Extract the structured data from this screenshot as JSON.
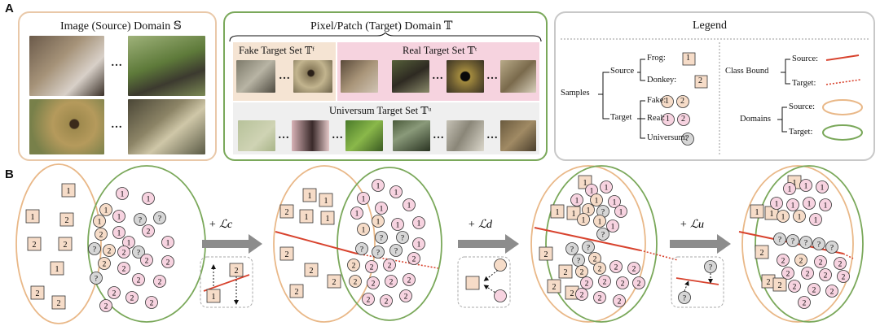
{
  "panel_a_label": "A",
  "panel_b_label": "B",
  "source_panel": {
    "title": "Image (Source) Domain 𝕊"
  },
  "target_panel": {
    "title": "Pixel/Patch (Target) Domain 𝕋",
    "fake_set": "Fake Target Set 𝕋ᶠ",
    "real_set": "Real Target Set 𝕋ᵗ",
    "universum_set": "Universum Target Set 𝕋ᵘ"
  },
  "legend": {
    "title": "Legend",
    "samples": "Samples",
    "source": "Source",
    "target": "Target",
    "frog": "Frog:",
    "donkey": "Donkey:",
    "fake": "Fake:",
    "real": "Real:",
    "universum": "Universum:",
    "class_bound": "Class Bound",
    "domains": "Domains",
    "cb_source": "Source:",
    "cb_target": "Target:",
    "dm_source": "Source:",
    "dm_target": "Target:",
    "sym_1": "1",
    "sym_2": "2",
    "sym_q": "?"
  },
  "steps": {
    "lc": "+ ℒc",
    "ld": "+ ℒd",
    "lu": "+ ℒu"
  },
  "ellipsis": "…",
  "colors": {
    "source_border": "#e9c8a8",
    "target_border": "#7aa85a",
    "legend_border": "#c8c8c8",
    "fake_bg": "#f5e4d3",
    "real_bg": "#f6d3df",
    "universum_bg": "#efefef",
    "square_fill": "#f6dcc8",
    "pink_fill": "#f7d3e0",
    "gray_fill": "#d6d6d6",
    "boundary": "#d8432e",
    "arrow": "#8c8c8c"
  },
  "icons": [
    "arrow-right-icon",
    "boundary-line-icon"
  ]
}
